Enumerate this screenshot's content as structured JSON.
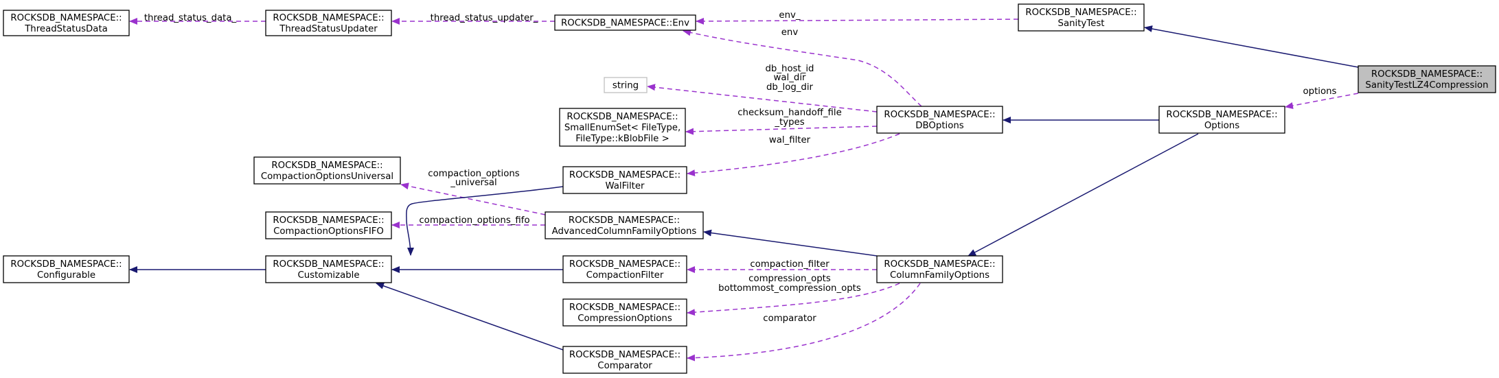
{
  "colors": {
    "inheritance_edge": "#191970",
    "member_edge": "#9a32cd",
    "highlight_fill": "#bfbfbf",
    "node_border": "#000000"
  },
  "nodes": [
    {
      "id": "ThreadStatusData",
      "lines": [
        "ROCKSDB_NAMESPACE::",
        "ThreadStatusData"
      ]
    },
    {
      "id": "ThreadStatusUpdater",
      "lines": [
        "ROCKSDB_NAMESPACE::",
        "ThreadStatusUpdater"
      ]
    },
    {
      "id": "Env",
      "lines": [
        "ROCKSDB_NAMESPACE::Env"
      ]
    },
    {
      "id": "SanityTest",
      "lines": [
        "ROCKSDB_NAMESPACE::",
        "SanityTest"
      ]
    },
    {
      "id": "SanityTestLZ4Compression",
      "lines": [
        "ROCKSDB_NAMESPACE::",
        "SanityTestLZ4Compression"
      ],
      "highlight": true
    },
    {
      "id": "string",
      "lines": [
        "string"
      ],
      "plain": true
    },
    {
      "id": "SmallEnumSet",
      "lines": [
        "ROCKSDB_NAMESPACE::",
        "SmallEnumSet< FileType,",
        "FileType::kBlobFile >"
      ]
    },
    {
      "id": "DBOptions",
      "lines": [
        "ROCKSDB_NAMESPACE::",
        "DBOptions"
      ]
    },
    {
      "id": "Options",
      "lines": [
        "ROCKSDB_NAMESPACE::",
        "Options"
      ]
    },
    {
      "id": "CompactionOptionsUniversal",
      "lines": [
        "ROCKSDB_NAMESPACE::",
        "CompactionOptionsUniversal"
      ]
    },
    {
      "id": "WalFilter",
      "lines": [
        "ROCKSDB_NAMESPACE::",
        "WalFilter"
      ]
    },
    {
      "id": "CompactionOptionsFIFO",
      "lines": [
        "ROCKSDB_NAMESPACE::",
        "CompactionOptionsFIFO"
      ]
    },
    {
      "id": "AdvancedColumnFamilyOptions",
      "lines": [
        "ROCKSDB_NAMESPACE::",
        "AdvancedColumnFamilyOptions"
      ]
    },
    {
      "id": "Configurable",
      "lines": [
        "ROCKSDB_NAMESPACE::",
        "Configurable"
      ]
    },
    {
      "id": "Customizable",
      "lines": [
        "ROCKSDB_NAMESPACE::",
        "Customizable"
      ]
    },
    {
      "id": "CompactionFilter",
      "lines": [
        "ROCKSDB_NAMESPACE::",
        "CompactionFilter"
      ]
    },
    {
      "id": "ColumnFamilyOptions",
      "lines": [
        "ROCKSDB_NAMESPACE::",
        "ColumnFamilyOptions"
      ]
    },
    {
      "id": "CompressionOptions",
      "lines": [
        "ROCKSDB_NAMESPACE::",
        "CompressionOptions"
      ]
    },
    {
      "id": "Comparator",
      "lines": [
        "ROCKSDB_NAMESPACE::",
        "Comparator"
      ]
    }
  ],
  "edges": [
    {
      "from": "SanityTestLZ4Compression",
      "to": "SanityTest",
      "kind": "inherit"
    },
    {
      "from": "SanityTestLZ4Compression",
      "to": "Options",
      "kind": "member",
      "labels": [
        "options"
      ]
    },
    {
      "from": "SanityTest",
      "to": "Env",
      "kind": "member",
      "labels": [
        "env_"
      ]
    },
    {
      "from": "Env",
      "to": "ThreadStatusUpdater",
      "kind": "member",
      "labels": [
        "thread_status_updater_"
      ]
    },
    {
      "from": "ThreadStatusUpdater",
      "to": "ThreadStatusData",
      "kind": "member",
      "labels": [
        "thread_status_data_"
      ]
    },
    {
      "from": "DBOptions",
      "to": "Env",
      "kind": "member",
      "labels": [
        "env"
      ]
    },
    {
      "from": "DBOptions",
      "to": "string",
      "kind": "member",
      "labels": [
        "db_host_id",
        "wal_dir",
        "db_log_dir"
      ]
    },
    {
      "from": "DBOptions",
      "to": "SmallEnumSet",
      "kind": "member",
      "labels": [
        "checksum_handoff_file",
        "_types"
      ]
    },
    {
      "from": "DBOptions",
      "to": "WalFilter",
      "kind": "member",
      "labels": [
        "wal_filter"
      ]
    },
    {
      "from": "Options",
      "to": "DBOptions",
      "kind": "inherit"
    },
    {
      "from": "Options",
      "to": "ColumnFamilyOptions",
      "kind": "inherit"
    },
    {
      "from": "AdvancedColumnFamilyOptions",
      "to": "CompactionOptionsUniversal",
      "kind": "member",
      "labels": [
        "compaction_options",
        "_universal"
      ]
    },
    {
      "from": "AdvancedColumnFamilyOptions",
      "to": "CompactionOptionsFIFO",
      "kind": "member",
      "labels": [
        "compaction_options_fifo"
      ]
    },
    {
      "from": "ColumnFamilyOptions",
      "to": "AdvancedColumnFamilyOptions",
      "kind": "inherit"
    },
    {
      "from": "ColumnFamilyOptions",
      "to": "CompactionFilter",
      "kind": "member",
      "labels": [
        "compaction_filter"
      ]
    },
    {
      "from": "ColumnFamilyOptions",
      "to": "CompressionOptions",
      "kind": "member",
      "labels": [
        "compression_opts",
        "bottommost_compression_opts"
      ]
    },
    {
      "from": "ColumnFamilyOptions",
      "to": "Comparator",
      "kind": "member",
      "labels": [
        "comparator"
      ]
    },
    {
      "from": "Customizable",
      "to": "Configurable",
      "kind": "inherit"
    },
    {
      "from": "WalFilter",
      "to": "Customizable",
      "kind": "inherit"
    },
    {
      "from": "CompactionFilter",
      "to": "Customizable",
      "kind": "inherit"
    },
    {
      "from": "Comparator",
      "to": "Customizable",
      "kind": "inherit"
    }
  ]
}
